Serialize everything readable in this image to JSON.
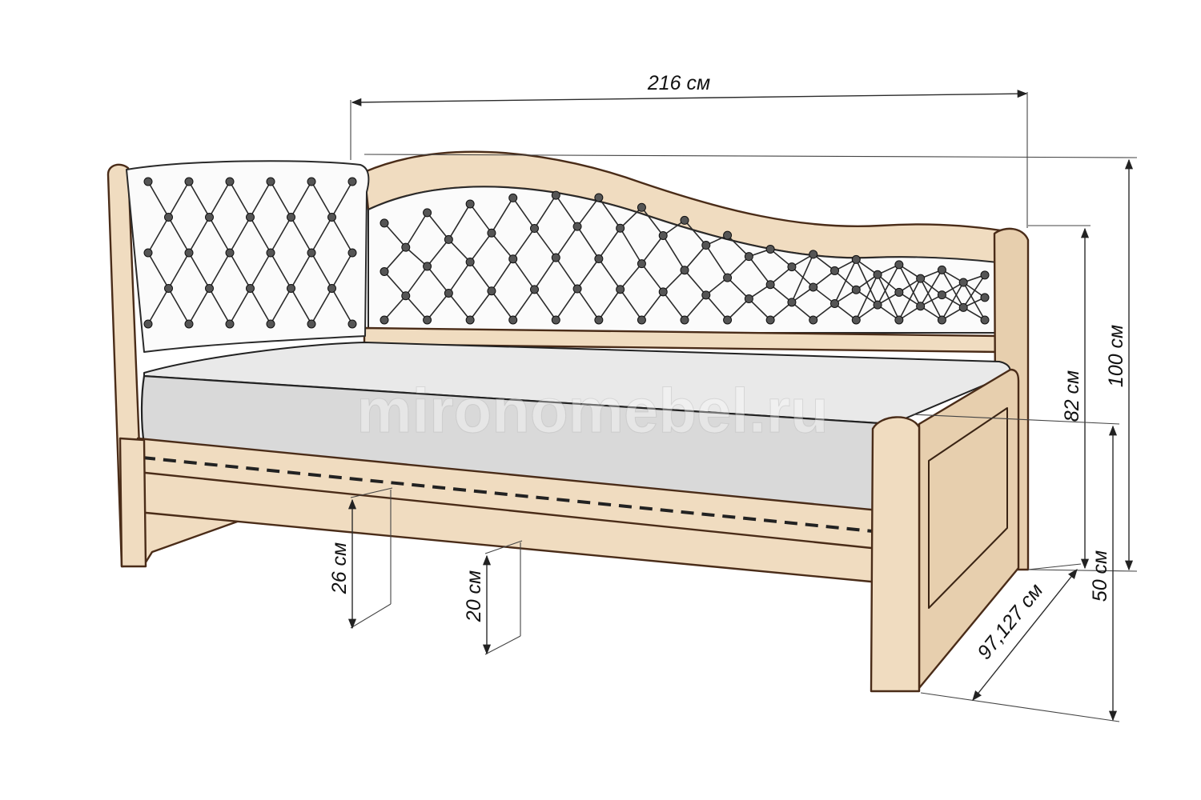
{
  "diagram": {
    "dimensions": {
      "length": "216 см",
      "height_total": "100 см",
      "height_back": "82 см",
      "height_seat": "50 см",
      "width": "97,127 см",
      "drawer_height": "26 см",
      "base_height": "20 см"
    },
    "watermark": "mironomebel.ru",
    "colors": {
      "wood_fill": "#f0dcc0",
      "wood_outline": "#4a2c18",
      "cushion_fill": "#fbfbfb",
      "mattress_fill": "#d9d9d9",
      "ink": "#2b2b2b"
    }
  }
}
